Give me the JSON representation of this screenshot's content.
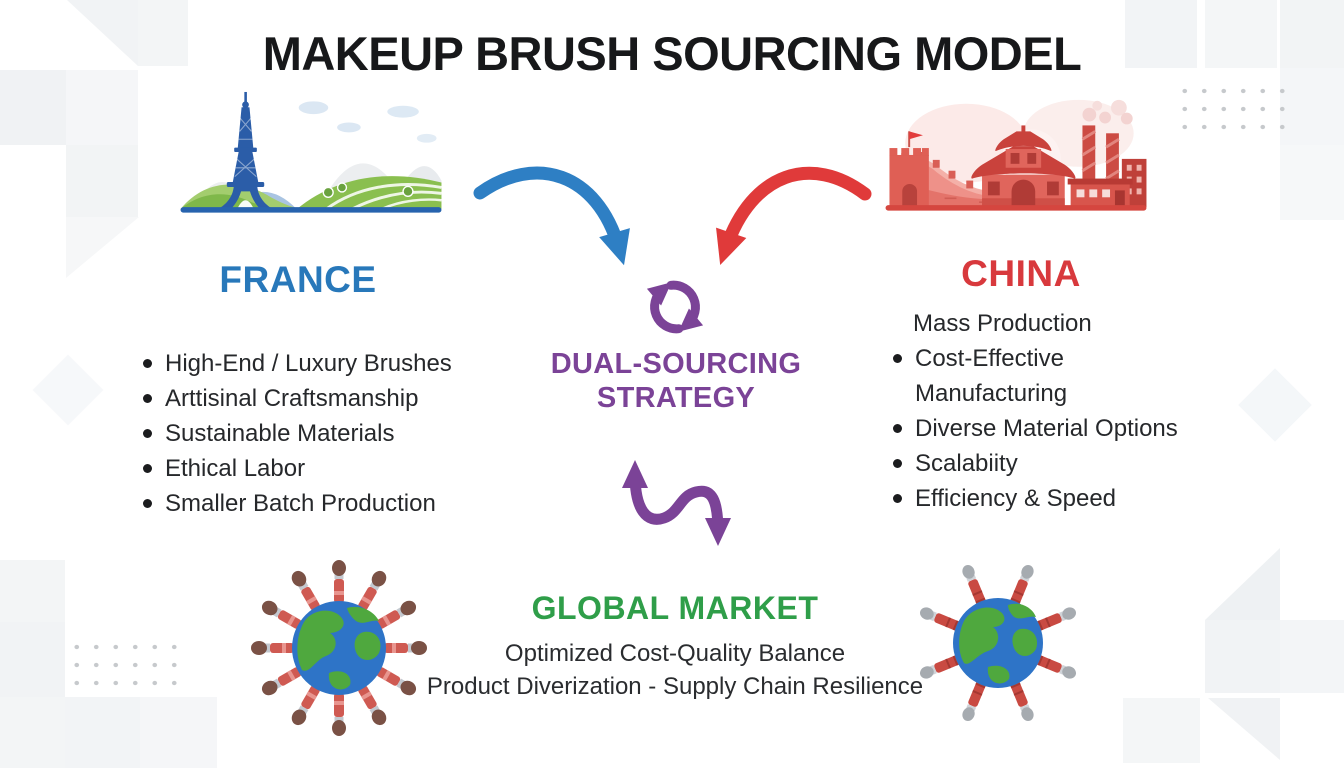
{
  "title": "MAKEUP BRUSH SOURCING MODEL",
  "france": {
    "heading": "FRANCE",
    "items": [
      "High-End / Luxury Brushes",
      "Arttisinal Craftsmanship",
      "Sustainable Materials",
      "Ethical Labor",
      "Smaller Batch Production"
    ]
  },
  "china": {
    "heading": "CHINA",
    "intro": "Mass Production",
    "items": [
      "Cost-Effective Manufacturing",
      "Diverse Material Options",
      "Scalabiity",
      "Efficiency & Speed"
    ]
  },
  "strategy": {
    "heading_line1": "DUAL-SOURCING",
    "heading_line2": "STRATEGY"
  },
  "global_market": {
    "heading": "GLOBAL MARKET",
    "line1": "Optimized Cost-Quality Balance",
    "line2": "Product Diverization - Supply Chain Resilience"
  },
  "icons": {
    "france_scene": "eiffel-tower-landscape",
    "china_scene": "great-wall-temple-factory",
    "strategy": "circular-cycle-arrows",
    "flow_left": "curved-arrow-blue",
    "flow_right": "curved-arrow-red",
    "exchange": "s-curve-double-arrow",
    "market_globes": "globe-with-radiating-makeup-brushes"
  },
  "colors": {
    "france_blue": "#2878ba",
    "china_red": "#d8393d",
    "strategy_purple": "#7b4397",
    "market_green": "#2f9e49",
    "arrow_blue": "#2e7fc4",
    "arrow_red": "#e03a3a",
    "title_black": "#17181a",
    "body_text": "#26282b"
  }
}
